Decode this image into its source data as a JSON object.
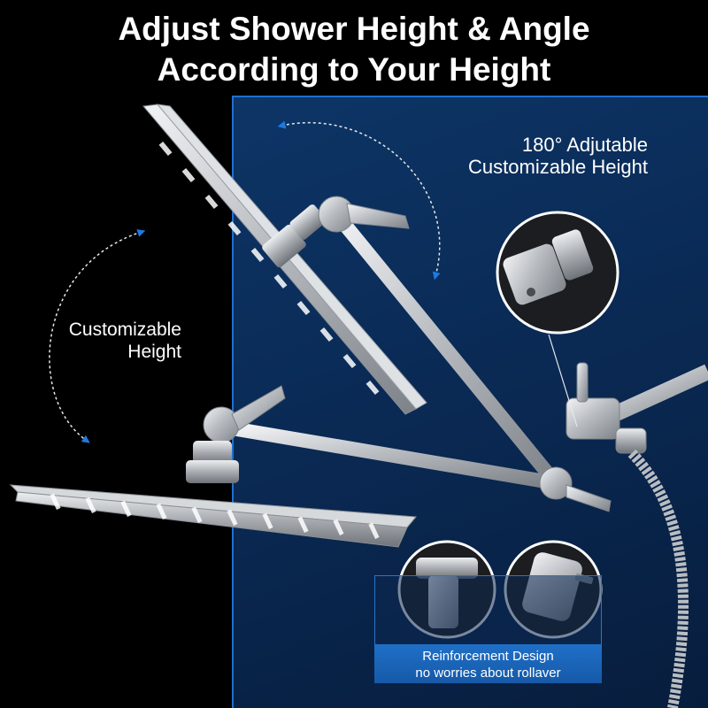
{
  "headline": {
    "line1": "Adjust Shower Height & Angle",
    "line2": "According to Your Height"
  },
  "right_label": {
    "line1": "180°  Adjutable",
    "line2": "Customizable Height"
  },
  "left_label": {
    "line1": "Customizable",
    "line2": "Height"
  },
  "bottom_caption": {
    "line1": "Reinforcement Design",
    "line2": "no worries about rollaver"
  },
  "colors": {
    "background": "#000000",
    "panel": "#0b2d5a",
    "accent": "#1f70c8",
    "arrow": "#1e7ae0",
    "steel": "#c9ccd0"
  }
}
